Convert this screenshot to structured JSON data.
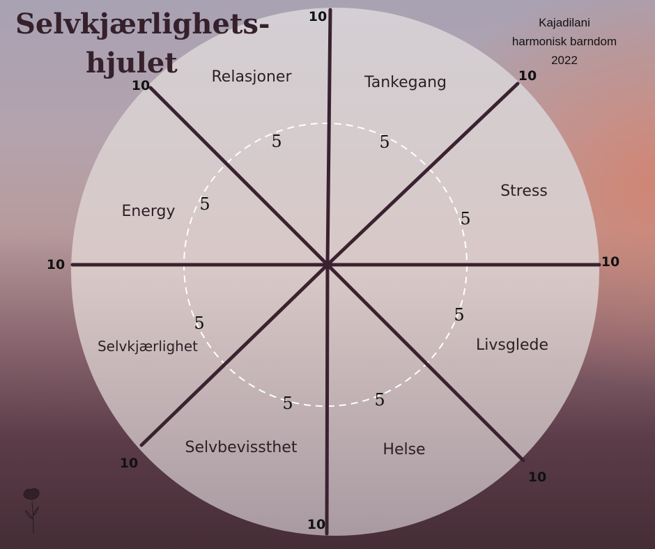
{
  "title": {
    "line1": "Selvkjærlighets-",
    "line2": "hjulet"
  },
  "credit": {
    "line1": "Kajadilani",
    "line2": "harmonisk barndom",
    "line3": "2022"
  },
  "segments": [
    "Relasjoner",
    "Tankegang",
    "Stress",
    "Livsglede",
    "Helse",
    "Selvbevissthet",
    "Selvkjærlighet",
    "Energy"
  ],
  "scale": {
    "max": "10",
    "mid": "5"
  },
  "colors": {
    "wheel": "#d9cfd0",
    "spoke": "#3a2230",
    "dash": "#ffffff"
  }
}
